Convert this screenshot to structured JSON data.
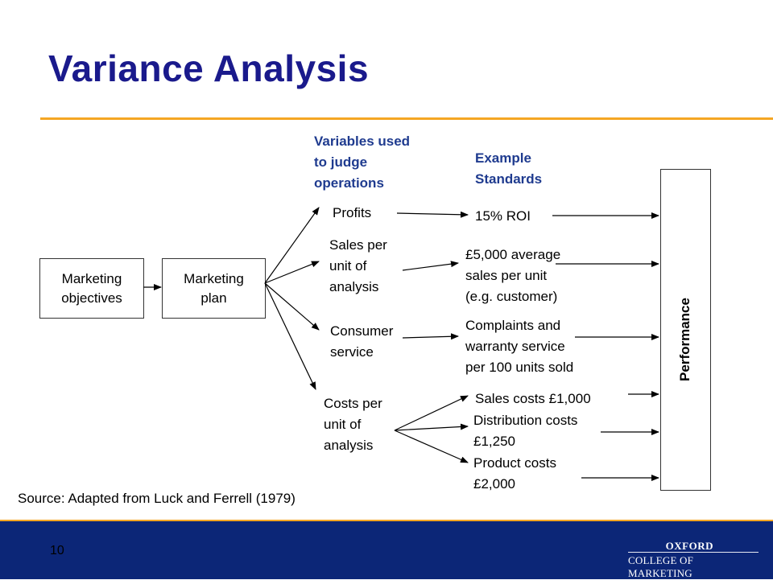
{
  "title": "Variance Analysis",
  "headers": {
    "variables": "Variables used\nto judge\noperations",
    "standards": "Example\nStandards"
  },
  "boxes": {
    "objectives": "Marketing\nobjectives",
    "plan": "Marketing\nplan",
    "performance": "Performance"
  },
  "variables": {
    "profits": "Profits",
    "sales": "Sales per\nunit of\nanalysis",
    "consumer": "Consumer\nservice",
    "costs": "Costs per\nunit of\nanalysis"
  },
  "standards": {
    "roi": "15% ROI",
    "sales": "£5,000 average\nsales per unit\n(e.g. customer)",
    "complaints": "Complaints and\nwarranty service\nper 100 units sold",
    "sales_costs": "Sales costs £1,000",
    "distribution_costs": "Distribution costs\n£1,250",
    "product_costs": "Product costs\n£2,000"
  },
  "source": "Source: Adapted from Luck and Ferrell (1979)",
  "footer": {
    "page_number": "10",
    "logo_top": "OXFORD",
    "logo_bottom": "COLLEGE OF MARKETING"
  },
  "colors": {
    "title": "#1a1a8c",
    "header": "#1f3b8f",
    "accent_rule": "#f5a623",
    "footer_bg": "#0c2677"
  }
}
